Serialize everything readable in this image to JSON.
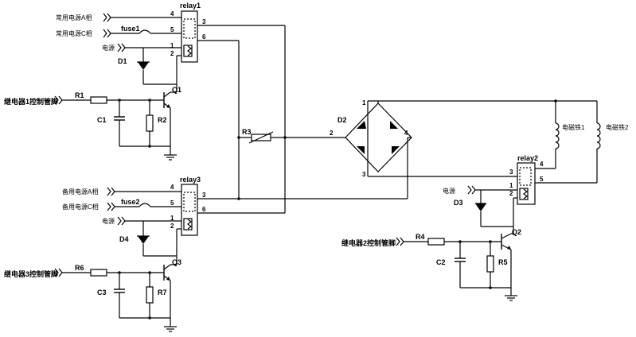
{
  "diagram": {
    "inputs": {
      "normal_a": "常用电源A相",
      "normal_c": "常用电源C相",
      "power_1": "电源",
      "relay1_ctrl": "继电器1控制管脚",
      "backup_a": "备用电源A相",
      "backup_c": "备用电源C相",
      "power_3": "电源",
      "relay3_ctrl": "继电器3控制管脚",
      "power_2": "电源",
      "relay2_ctrl": "继电器2控制管脚"
    },
    "components": {
      "relay1": "relay1",
      "relay2": "relay2",
      "relay3": "relay3",
      "fuse1": "fuse1",
      "fuse2": "fuse2",
      "d1": "D1",
      "d2": "D2",
      "d3": "D3",
      "d4": "D4",
      "q1": "Q1",
      "q2": "Q2",
      "q3": "Q3",
      "r1": "R1",
      "r2": "R2",
      "r3": "R3",
      "r4": "R4",
      "r5": "R5",
      "r6": "R6",
      "r7": "R7",
      "c1": "C1",
      "c2": "C2",
      "c3": "C3",
      "coil1": "电磁铁1",
      "coil2": "电磁铁2"
    },
    "pins": {
      "relay1": [
        "4",
        "5",
        "3",
        "6",
        "1",
        "2"
      ],
      "relay3": [
        "4",
        "5",
        "3",
        "6",
        "1",
        "2"
      ],
      "relay2": [
        "3",
        "4",
        "1",
        "5",
        "2"
      ],
      "bridge": [
        "1",
        "2",
        "3",
        "4"
      ]
    }
  }
}
